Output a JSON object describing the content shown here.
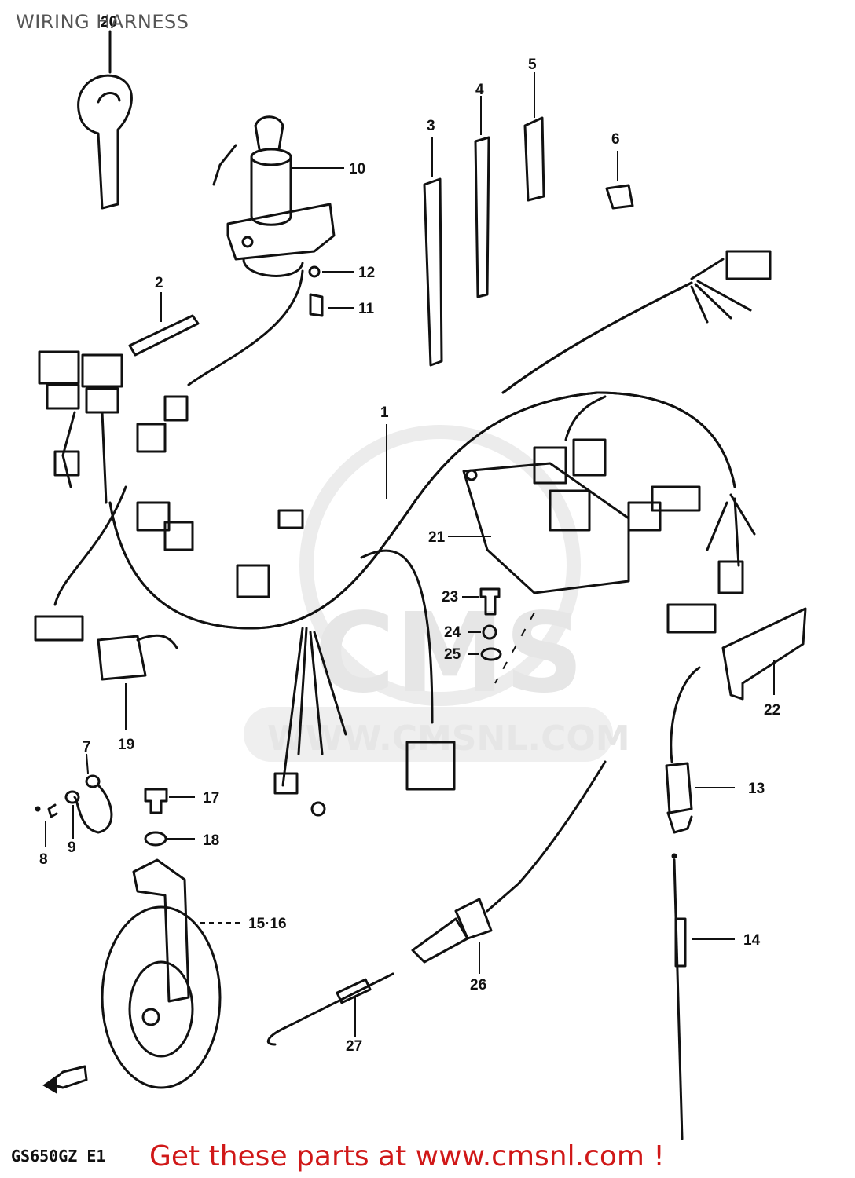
{
  "header": {
    "title": "WIRING HARNESS"
  },
  "footer": {
    "model_code": "GS650GZ E1",
    "cta": "Get these parts at www.cmsnl.com !"
  },
  "watermark": {
    "text": "WWW.CMSNL.COM",
    "logo": "CMS"
  },
  "callouts": {
    "p1": "1",
    "p2": "2",
    "p3": "3",
    "p4": "4",
    "p5": "5",
    "p6": "6",
    "p7": "7",
    "p8": "8",
    "p9": "9",
    "p10": "10",
    "p11": "11",
    "p12": "12",
    "p13": "13",
    "p14": "14",
    "p15_16": "15·16",
    "p17": "17",
    "p18": "18",
    "p19": "19",
    "p20": "20",
    "p21": "21",
    "p22": "22",
    "p23": "23",
    "p24": "24",
    "p25": "25",
    "p26": "26",
    "p27": "27"
  },
  "icons": {
    "front_arrow": "front-arrow-icon"
  }
}
